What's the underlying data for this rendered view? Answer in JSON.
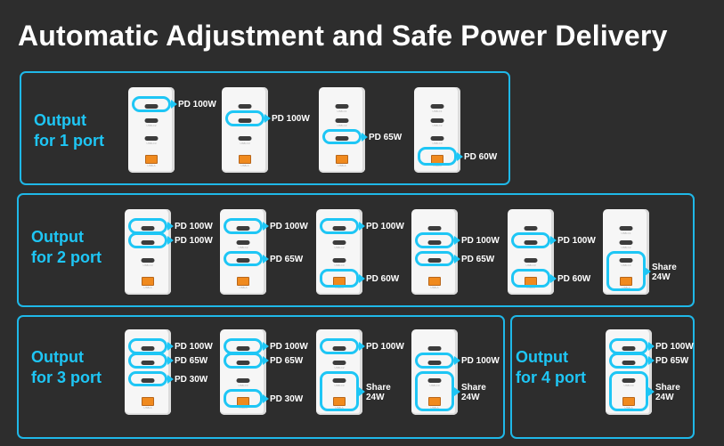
{
  "title": "Automatic Adjustment and Safe Power Delivery",
  "panels": [
    {
      "label_line1": "Output",
      "label_line2": "for 1 port"
    },
    {
      "label_line1": "Output",
      "label_line2": "for 2 port"
    },
    {
      "label_line1": "Output",
      "label_line2": "for 3 port"
    },
    {
      "label_line1": "Output",
      "label_line2": "for 4 port"
    }
  ],
  "ports": {
    "c1": "USB-C1",
    "c2": "USB-C2",
    "c3": "USB-C3",
    "a": "USB-A"
  },
  "colors": {
    "accent": "#1ec6f5",
    "background": "#2d2d2d",
    "port_a": "#f08a1e",
    "charger": "#f6f6f6"
  },
  "configs": [
    {
      "name": "1port-c1",
      "highlight": [
        "c1"
      ],
      "labels": [
        "PD 100W"
      ]
    },
    {
      "name": "1port-c2",
      "highlight": [
        "c2"
      ],
      "labels": [
        "PD 100W"
      ]
    },
    {
      "name": "1port-c3",
      "highlight": [
        "c3"
      ],
      "labels": [
        "PD 65W"
      ]
    },
    {
      "name": "1port-a",
      "highlight": [
        "a"
      ],
      "labels": [
        "PD 60W"
      ]
    },
    {
      "name": "2port-c1c2",
      "highlight": [
        "c1",
        "c2"
      ],
      "labels": [
        "PD 100W",
        "PD 100W"
      ]
    },
    {
      "name": "2port-c1c3",
      "highlight": [
        "c1",
        "c3"
      ],
      "labels": [
        "PD 100W",
        "PD 65W"
      ]
    },
    {
      "name": "2port-c1a",
      "highlight": [
        "c1",
        "a"
      ],
      "labels": [
        "PD 100W",
        "PD 60W"
      ]
    },
    {
      "name": "2port-c2c3",
      "highlight": [
        "c2",
        "c3"
      ],
      "labels": [
        "PD 100W",
        "PD 65W"
      ]
    },
    {
      "name": "2port-c2a",
      "highlight": [
        "c2",
        "a"
      ],
      "labels": [
        "PD 100W",
        "PD 60W"
      ]
    },
    {
      "name": "2port-c3a",
      "highlight": [
        "c3a"
      ],
      "labels": [
        "Share 24W"
      ]
    },
    {
      "name": "3port-c1c2c3",
      "highlight": [
        "c1",
        "c2",
        "c3"
      ],
      "labels": [
        "PD 100W",
        "PD 65W",
        "PD 30W"
      ]
    },
    {
      "name": "3port-c1c2a",
      "highlight": [
        "c1",
        "c2",
        "a"
      ],
      "labels": [
        "PD 100W",
        "PD 65W",
        "PD 30W"
      ]
    },
    {
      "name": "3port-c1c3a",
      "highlight": [
        "c1",
        "c3a"
      ],
      "labels": [
        "PD 100W",
        "Share 24W"
      ]
    },
    {
      "name": "3port-c2c3a",
      "highlight": [
        "c2",
        "c3a"
      ],
      "labels": [
        "PD 100W",
        "Share 24W"
      ]
    },
    {
      "name": "4port",
      "highlight": [
        "c1",
        "c2",
        "c3a"
      ],
      "labels": [
        "PD 100W",
        "PD 65W",
        "Share 24W"
      ]
    }
  ]
}
